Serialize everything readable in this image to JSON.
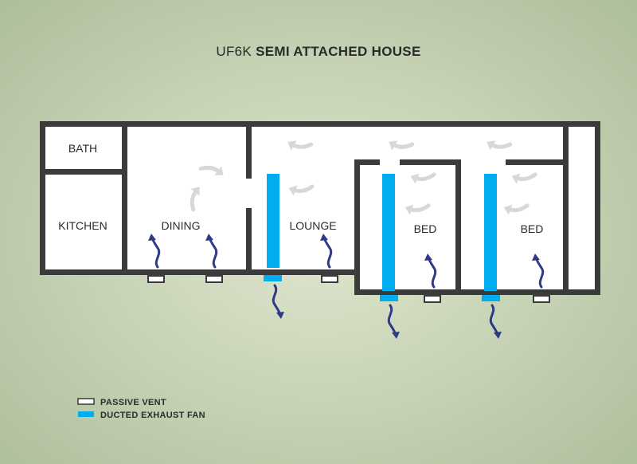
{
  "title": {
    "prefix": "UF6K",
    "main": "SEMI ATTACHED HOUSE"
  },
  "rooms": {
    "bath": "BATH",
    "kitchen": "KITCHEN",
    "dining": "DINING",
    "lounge": "LOUNGE",
    "bed1": "BED",
    "bed2": "BED"
  },
  "legend": {
    "passive_vent": "PASSIVE VENT",
    "ducted_fan": "DUCTED EXHAUST FAN"
  },
  "colors": {
    "wall": "#3b3b3b",
    "room_fill": "#ffffff",
    "fan_duct": "#00aeef",
    "outflow_arrow": "#2e3a87",
    "airflow_arrow": "#d8d8d8"
  }
}
